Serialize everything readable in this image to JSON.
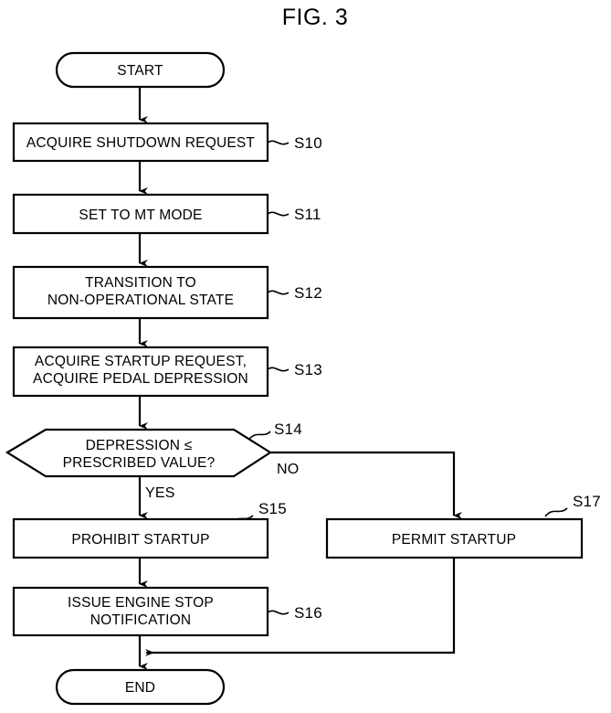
{
  "figure": {
    "title": "FIG. 3",
    "type": "patent-flowchart",
    "background_color": "#ffffff",
    "line_color": "#000000"
  },
  "nodes": {
    "start": {
      "label": "START",
      "shape": "stadium"
    },
    "s10": {
      "label": "ACQUIRE SHUTDOWN REQUEST",
      "step": "S10",
      "shape": "rectangle"
    },
    "s11": {
      "label": "SET TO MT MODE",
      "step": "S11",
      "shape": "rectangle"
    },
    "s12": {
      "line1": "TRANSITION TO",
      "line2": "NON-OPERATIONAL STATE",
      "step": "S12",
      "shape": "rectangle"
    },
    "s13": {
      "line1": "ACQUIRE STARTUP REQUEST,",
      "line2": "ACQUIRE PEDAL DEPRESSION",
      "step": "S13",
      "shape": "rectangle"
    },
    "s14": {
      "line1": "DEPRESSION ≤",
      "line2": "PRESCRIBED VALUE?",
      "step": "S14",
      "shape": "hexagon",
      "yes_label": "YES",
      "no_label": "NO"
    },
    "s15": {
      "label": "PROHIBIT STARTUP",
      "step": "S15",
      "shape": "rectangle"
    },
    "s16": {
      "line1": "ISSUE ENGINE STOP",
      "line2": "NOTIFICATION",
      "step": "S16",
      "shape": "rectangle"
    },
    "s17": {
      "label": "PERMIT STARTUP",
      "step": "S17",
      "shape": "rectangle"
    },
    "end": {
      "label": "END",
      "shape": "stadium"
    }
  },
  "chart_data": {
    "type": "diagram",
    "title": "FIG. 3",
    "diagram_kind": "flowchart",
    "steps": [
      {
        "id": "start",
        "step": null,
        "text": "START",
        "shape": "stadium"
      },
      {
        "id": "s10",
        "step": "S10",
        "text": "ACQUIRE SHUTDOWN REQUEST",
        "shape": "process"
      },
      {
        "id": "s11",
        "step": "S11",
        "text": "SET TO MT MODE",
        "shape": "process"
      },
      {
        "id": "s12",
        "step": "S12",
        "text": "TRANSITION TO NON-OPERATIONAL STATE",
        "shape": "process"
      },
      {
        "id": "s13",
        "step": "S13",
        "text": "ACQUIRE STARTUP REQUEST, ACQUIRE PEDAL DEPRESSION",
        "shape": "process"
      },
      {
        "id": "s14",
        "step": "S14",
        "text": "DEPRESSION ≤ PRESCRIBED VALUE?",
        "shape": "decision"
      },
      {
        "id": "s15",
        "step": "S15",
        "text": "PROHIBIT STARTUP",
        "shape": "process"
      },
      {
        "id": "s16",
        "step": "S16",
        "text": "ISSUE ENGINE STOP NOTIFICATION",
        "shape": "process"
      },
      {
        "id": "s17",
        "step": "S17",
        "text": "PERMIT STARTUP",
        "shape": "process"
      },
      {
        "id": "end",
        "step": null,
        "text": "END",
        "shape": "stadium"
      }
    ],
    "edges": [
      {
        "from": "start",
        "to": "s10",
        "label": ""
      },
      {
        "from": "s10",
        "to": "s11",
        "label": ""
      },
      {
        "from": "s11",
        "to": "s12",
        "label": ""
      },
      {
        "from": "s12",
        "to": "s13",
        "label": ""
      },
      {
        "from": "s13",
        "to": "s14",
        "label": ""
      },
      {
        "from": "s14",
        "to": "s15",
        "label": "YES"
      },
      {
        "from": "s14",
        "to": "s17",
        "label": "NO"
      },
      {
        "from": "s15",
        "to": "s16",
        "label": ""
      },
      {
        "from": "s16",
        "to": "end",
        "label": ""
      },
      {
        "from": "s17",
        "to": "end",
        "label": ""
      }
    ]
  }
}
